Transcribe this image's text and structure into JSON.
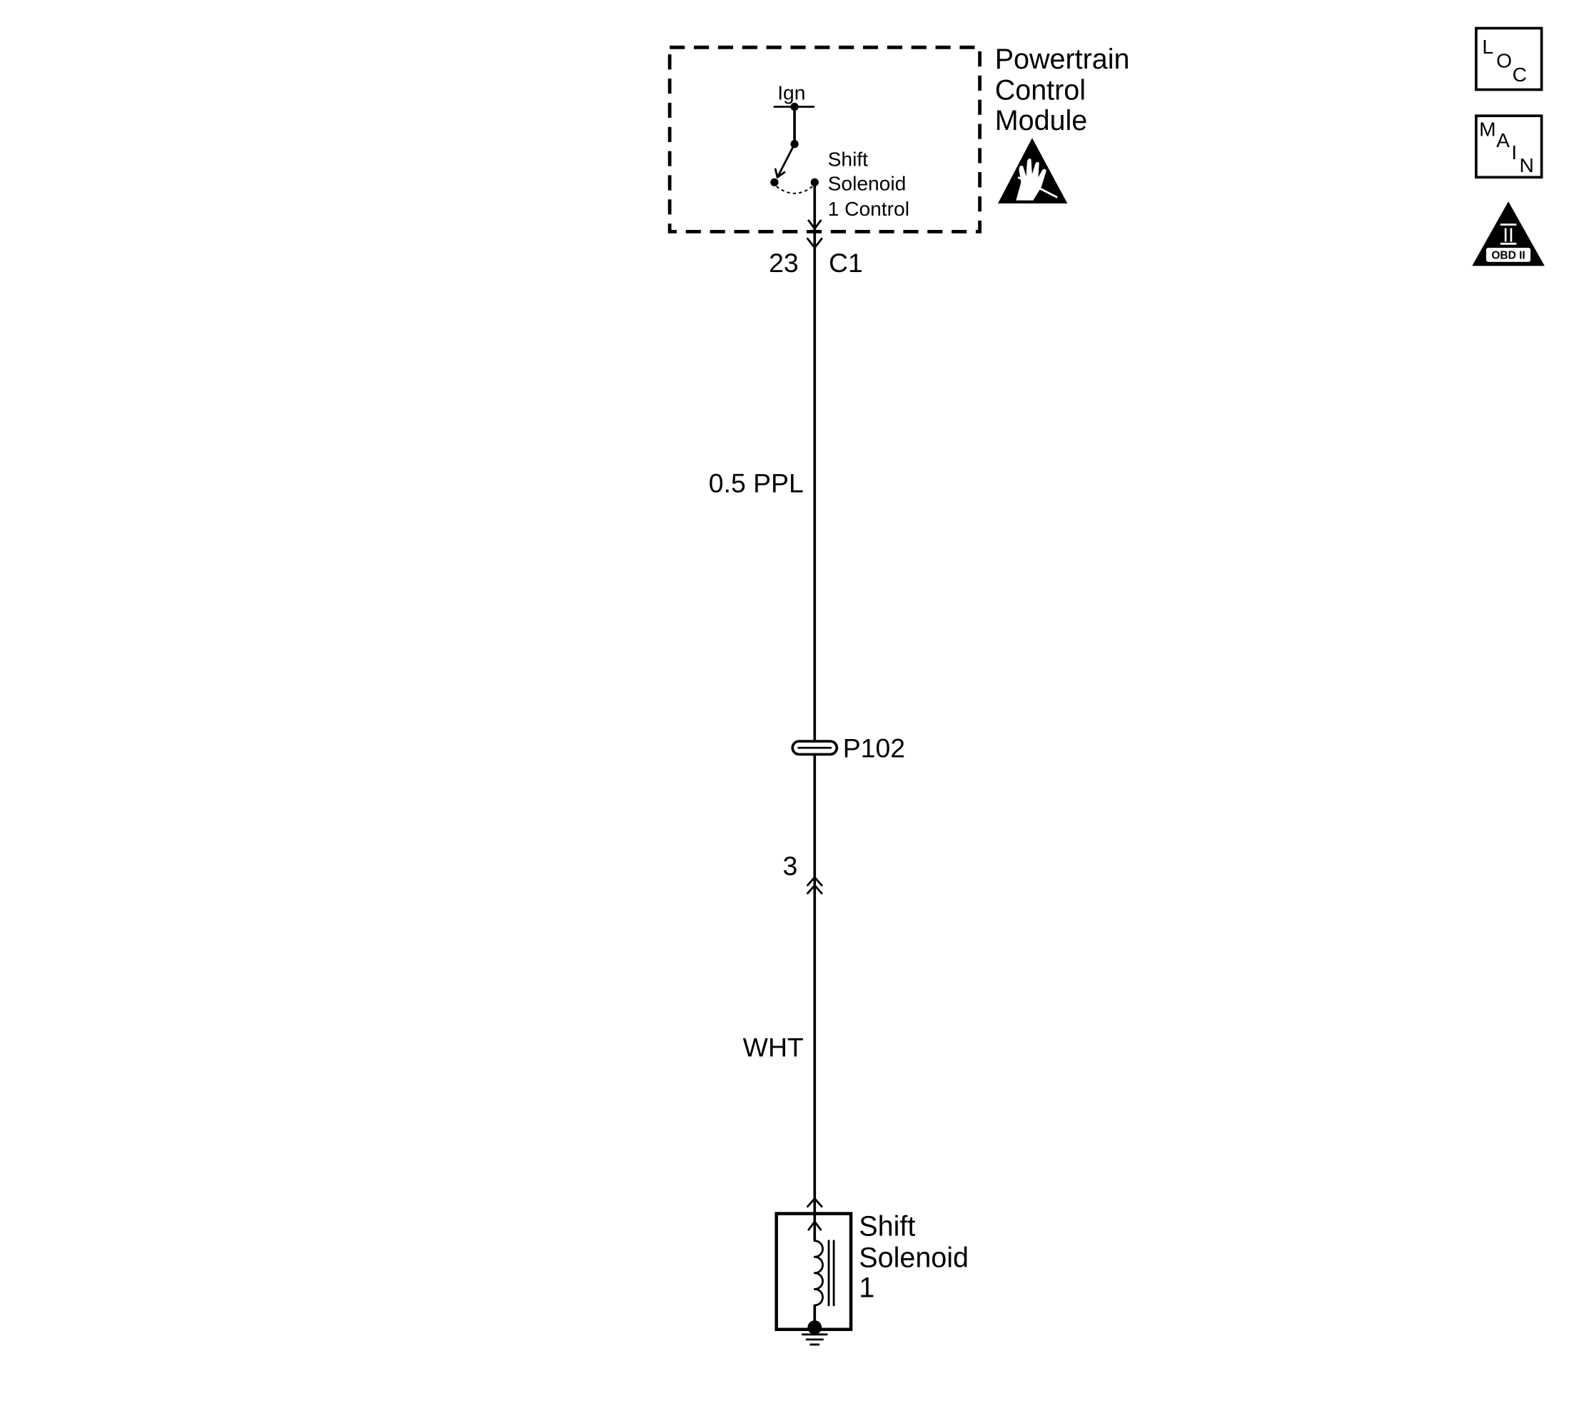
{
  "colors": {
    "line": "#000000",
    "background": "#ffffff"
  },
  "module": {
    "name_lines": [
      "Powertrain",
      "Control",
      "Module"
    ],
    "icon": "esd-warning-icon"
  },
  "pcm_internal": {
    "supply_label": "Ign",
    "circuit_lines": [
      "Shift",
      "Solenoid",
      "1 Control"
    ]
  },
  "connector_c1": {
    "pin": "23",
    "name": "C1"
  },
  "wire_1": {
    "label": "0.5 PPL"
  },
  "inline_connector": {
    "name": "P102",
    "pin": "3",
    "icon": "pass-through-grommet-icon"
  },
  "wire_2": {
    "label": "WHT"
  },
  "component": {
    "name_lines": [
      "Shift",
      "Solenoid",
      "1"
    ],
    "icon": "solenoid-coil-icon",
    "ground_icon": "ground-icon"
  },
  "nav_icons": {
    "loc": {
      "icon": "location-icon",
      "letters": [
        "L",
        "O",
        "C"
      ]
    },
    "main": {
      "icon": "main-schematic-icon",
      "letters": [
        "M",
        "A",
        "I",
        "N"
      ]
    },
    "obd": {
      "icon": "obd-ii-icon",
      "numeral": "II",
      "badge": "OBD II"
    }
  }
}
